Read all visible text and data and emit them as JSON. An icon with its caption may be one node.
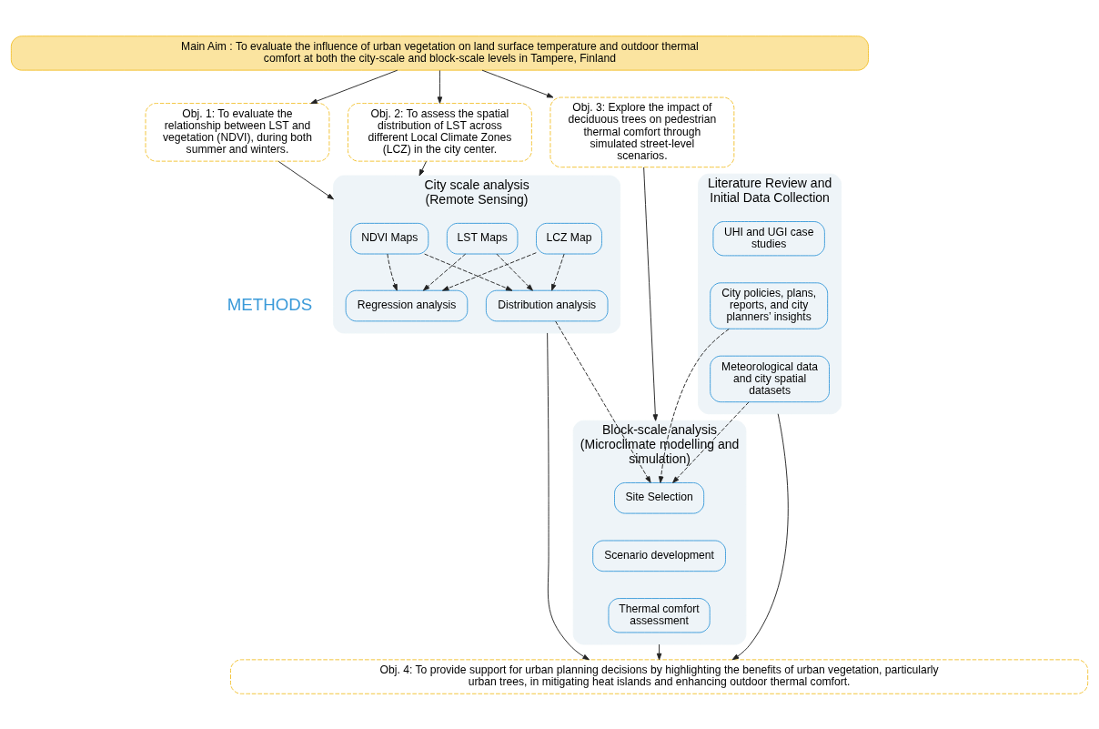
{
  "diagram": {
    "nodes": [
      {
        "text": [
          "Main Aim : To evaluate the influence of urban vegetation on land surface temperature and outdoor thermal comfort at both the city-scale and block-scale levels in Tampere, Finland"
        ]
      },
      {
        "text": [
          "Obj. 1: To evaluate the relationship between LST and vegetation (NDVI), during both summer and winters."
        ]
      },
      {
        "text": [
          "Obj. 2: To assess the spatial distribution of LST across different Local Climate Zones (LCZ) in the city center."
        ]
      },
      {
        "text": [
          "Obj. 3: Explore the impact of deciduous trees on pedestrian thermal comfort through simulated street-level scenarios."
        ]
      },
      {
        "text": [
          "Literature Review and Initial Data Collection"
        ]
      },
      {
        "text": [
          "UHI and UGI case studies"
        ],
        "in": 4
      },
      {
        "text": [
          "City policies, plans, reports, and city planners’ insights"
        ],
        "in": 4
      },
      {
        "text": [
          "Meteorological data and city spatial datasets"
        ],
        "in": 4
      },
      {
        "text": [
          "City scale analysis",
          "(Remote Sensing)"
        ]
      },
      {
        "text": [
          "NDVI Maps"
        ],
        "in": 8
      },
      {
        "text": [
          "LST Maps"
        ],
        "in": 8
      },
      {
        "text": [
          "LCZ Map"
        ],
        "in": 8
      },
      {
        "text": [
          "Regression analysis"
        ],
        "in": 8
      },
      {
        "text": [
          "Distribution analysis"
        ],
        "in": 8
      },
      {
        "text": [
          "Block-scale analysis",
          "(Microclimate modelling and simulation)"
        ]
      },
      {
        "text": [
          "Site Selection"
        ],
        "in": 14
      },
      {
        "text": [
          "Scenario development"
        ],
        "in": 14
      },
      {
        "text": [
          "Thermal comfort assessment"
        ],
        "in": 14
      },
      {
        "text": [
          "Obj. 4: To provide support for urban planning decisions by highlighting the benefits of urban vegetation, particularly urban trees, in mitigating heat islands and enhancing outdoor thermal comfort."
        ]
      }
    ],
    "edges": [
      {
        "from": 0,
        "to": 1,
        "arrow": "to"
      },
      {
        "from": 0,
        "to": 2,
        "arrow": "to"
      },
      {
        "from": 0,
        "to": 3,
        "arrow": "to"
      },
      {
        "from": 1,
        "to": 8,
        "arrow": "to"
      },
      {
        "from": 2,
        "to": 8,
        "arrow": "to"
      },
      {
        "from": 3,
        "to": 14,
        "arrow": "to"
      },
      {
        "from": 9,
        "to": 12,
        "arrow": "to",
        "style": "dashed"
      },
      {
        "from": 10,
        "to": 12,
        "arrow": "to",
        "style": "dashed"
      },
      {
        "from": 11,
        "to": 12,
        "arrow": "to",
        "style": "dashed"
      },
      {
        "from": 9,
        "to": 13,
        "arrow": "to",
        "style": "dashed"
      },
      {
        "from": 10,
        "to": 13,
        "arrow": "to",
        "style": "dashed"
      },
      {
        "from": 11,
        "to": 13,
        "arrow": "to",
        "style": "dashed"
      },
      {
        "from": 6,
        "to": 15,
        "arrow": "to",
        "style": "dashed"
      },
      {
        "from": 7,
        "to": 15,
        "arrow": "to",
        "style": "dashed"
      },
      {
        "from": 13,
        "to": 15,
        "arrow": "to",
        "style": "dashed"
      },
      {
        "from": 4,
        "to": 18,
        "arrow": "to"
      },
      {
        "from": 8,
        "to": 18,
        "arrow": "to"
      },
      {
        "from": 14,
        "to": 18,
        "arrow": "to"
      }
    ],
    "labels": [
      "METHODS"
    ]
  }
}
